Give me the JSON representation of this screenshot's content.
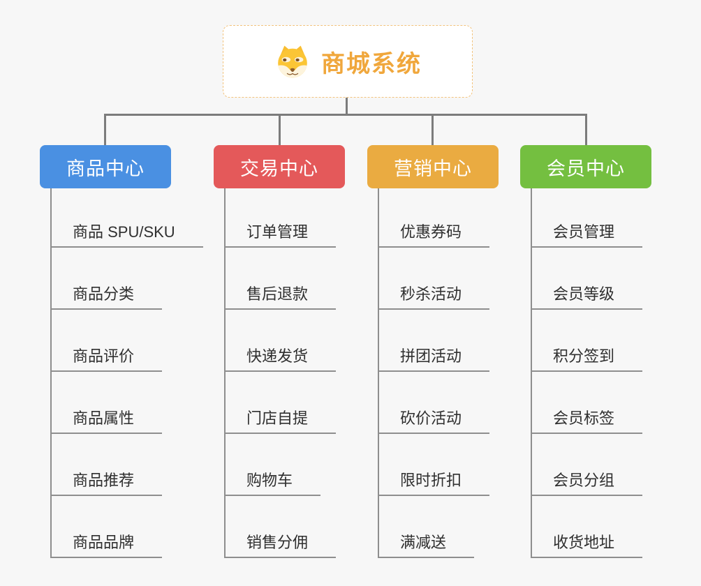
{
  "root": {
    "title": "商城系统",
    "icon": "dog-face-icon"
  },
  "branches": [
    {
      "label": "商品中心",
      "color": "#4a90e2",
      "items": [
        "商品 SPU/SKU",
        "商品分类",
        "商品评价",
        "商品属性",
        "商品推荐",
        "商品品牌"
      ]
    },
    {
      "label": "交易中心",
      "color": "#e4595a",
      "items": [
        "订单管理",
        "售后退款",
        "快递发货",
        "门店自提",
        "购物车",
        "销售分佣"
      ]
    },
    {
      "label": "营销中心",
      "color": "#eaab41",
      "items": [
        "优惠券码",
        "秒杀活动",
        "拼团活动",
        "砍价活动",
        "限时折扣",
        "满减送"
      ]
    },
    {
      "label": "会员中心",
      "color": "#74bf40",
      "items": [
        "会员管理",
        "会员等级",
        "积分签到",
        "会员标签",
        "会员分组",
        "收货地址"
      ]
    }
  ],
  "colors": {
    "background": "#f7f7f7",
    "connector": "#7c7c7c",
    "branch_line": "#8e8e8e",
    "root_title": "#f0a73c",
    "root_border": "#f2c27b",
    "item_text": "#2f2f2f"
  }
}
